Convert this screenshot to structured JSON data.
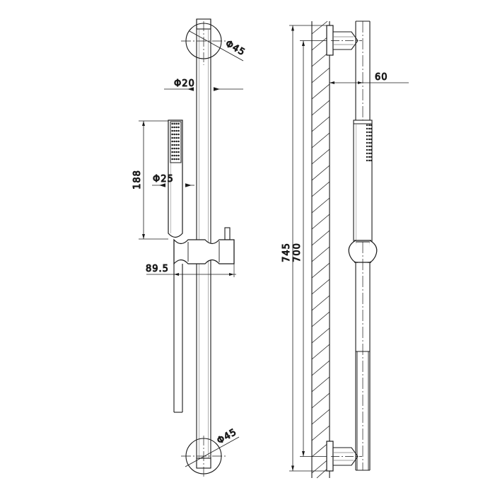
{
  "drawing": {
    "title": "Shower Slide Rail Kit Dimensional Drawing",
    "type": "technical-drawing",
    "background_color": "#ffffff",
    "line_color": "#1a1a1a",
    "views": [
      {
        "name": "front-view",
        "position": "left"
      },
      {
        "name": "side-section-view",
        "position": "right"
      }
    ]
  },
  "dimensions": {
    "top_rail_diameter": "Φ45",
    "rail_tube_diameter": "Φ20",
    "handset_length": "188",
    "handset_diameter": "Φ25",
    "bracket_projection": "89.5",
    "bottom_rail_diameter": "Φ45",
    "wall_offset": "60",
    "overall_height": "745",
    "rail_height": "700"
  },
  "labels": {
    "phi45_top": "Φ45",
    "phi20": "Φ20",
    "len188": "188",
    "phi25": "Φ25",
    "len895": "89.5",
    "phi45_bottom": "Φ45",
    "len60": "60",
    "len745": "745",
    "len700": "700"
  }
}
